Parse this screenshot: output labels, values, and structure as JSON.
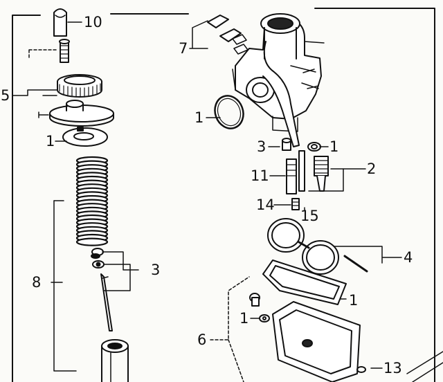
{
  "diagram": {
    "kind": "exploded-parts-diagram",
    "callouts": [
      {
        "id": "c10",
        "text": "10"
      },
      {
        "id": "c7",
        "text": "7"
      },
      {
        "id": "c5",
        "text": "5"
      },
      {
        "id": "c1a",
        "text": "1"
      },
      {
        "id": "c1b",
        "text": "1"
      },
      {
        "id": "c3a",
        "text": "3"
      },
      {
        "id": "c1c",
        "text": "1"
      },
      {
        "id": "c2",
        "text": "2"
      },
      {
        "id": "c11",
        "text": "11"
      },
      {
        "id": "c14",
        "text": "14"
      },
      {
        "id": "c15",
        "text": "15"
      },
      {
        "id": "c4",
        "text": "4"
      },
      {
        "id": "c3b",
        "text": "3"
      },
      {
        "id": "c8",
        "text": "8"
      },
      {
        "id": "c1d",
        "text": "1"
      },
      {
        "id": "c1e",
        "text": "1"
      },
      {
        "id": "c6",
        "text": "6"
      },
      {
        "id": "c13",
        "text": "13"
      }
    ]
  },
  "colors": {
    "ink": "#111111",
    "paper": "#fbfbf8"
  }
}
